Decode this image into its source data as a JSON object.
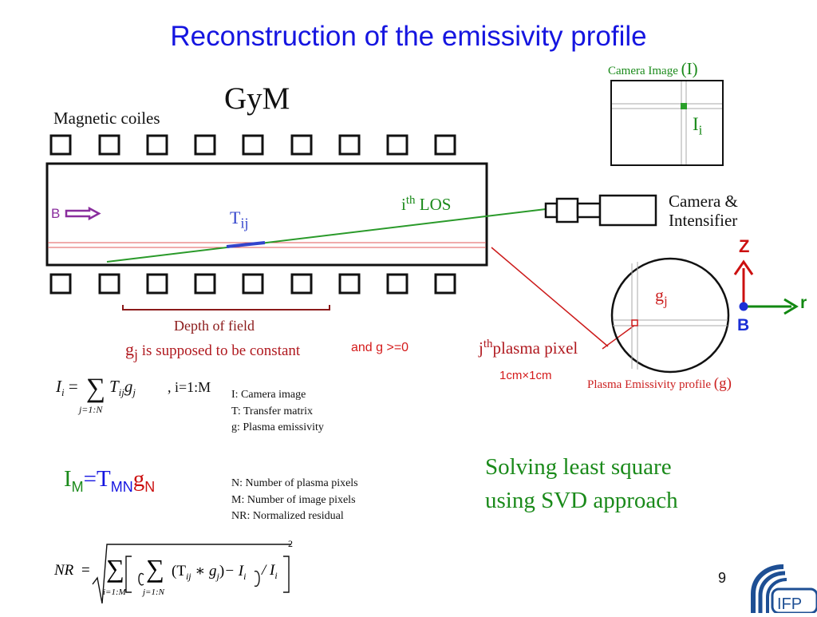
{
  "title": "Reconstruction of the emissivity profile",
  "device_name": "GyM",
  "coils_label": "Magnetic coiles",
  "camera_image": {
    "label": "Camera Image",
    "symbol": "(I)",
    "pixel_base": "I",
    "pixel_sub": "i"
  },
  "camera": {
    "line1": "Camera &",
    "line2": "Intensifier"
  },
  "field": {
    "label": "B"
  },
  "los": {
    "base": "i",
    "sup": "th",
    "text": " LOS"
  },
  "transfer": {
    "base": "T",
    "sub": "ij"
  },
  "depth_of_field": "Depth of field",
  "constant_note": {
    "base": "g",
    "sub": "j",
    "text": " is supposed to be constant",
    "extra": "and g >=0"
  },
  "plasma_pixel": {
    "base": "j",
    "sup": "th",
    "text": "plasma pixel",
    "size": "1cm×1cm"
  },
  "profile": {
    "label": "Plasma Emissivity profile",
    "symbol": "(g)",
    "pixel_base": "g",
    "pixel_sub": "j"
  },
  "axes": {
    "z": "Z",
    "r": "r",
    "b": "B"
  },
  "equation1": {
    "lhs": "I",
    "lhs_sub": "i",
    "eq": " = ",
    "sum_from": "j=1:N",
    "term": "T",
    "term_sub": "ij",
    "var": "g",
    "var_sub": "j",
    "range": ", i=1:M"
  },
  "definitions1": [
    "I: Camera image",
    "T: Transfer matrix",
    "g: Plasma emissivity"
  ],
  "equation2": {
    "i": "I",
    "i_sub": "M",
    "eq": "=",
    "t": "T",
    "t_sub": "MN",
    "g": "g",
    "g_sub": "N"
  },
  "definitions2": [
    "N: Number of plasma pixels",
    "M: Number of image pixels",
    "NR: Normalized residual"
  ],
  "method": {
    "line1": "Solving least square",
    "line2": "using SVD approach"
  },
  "nr_formula": {
    "lhs": "NR",
    "eq": "=",
    "outer_sum_from": "i=1:M",
    "inner_sum_from": "j=1:N",
    "inner_term": "(T",
    "inner_term_sub": "ij",
    "times": " ∗ g",
    "times_sub": "j",
    "close": ")",
    "minus": "− I",
    "minus_sub": "i",
    "div": "/ I",
    "div_sub": "i",
    "power": "2"
  },
  "page_number": "9",
  "logo": {
    "text": "IFP"
  },
  "colors": {
    "title": "#1515e0",
    "los_line": "#2a9a2a",
    "plasma_band": "#e05a5a",
    "transfer_segment": "#3344cc",
    "field_arrow": "#8a2e9e",
    "pixel_line": "#cc1a1a",
    "depth_bracket": "#8b1a1a",
    "z_axis": "#cc1010",
    "r_axis": "#118811",
    "b_dot": "#1b2fd6",
    "logo": "#1e4f94"
  }
}
